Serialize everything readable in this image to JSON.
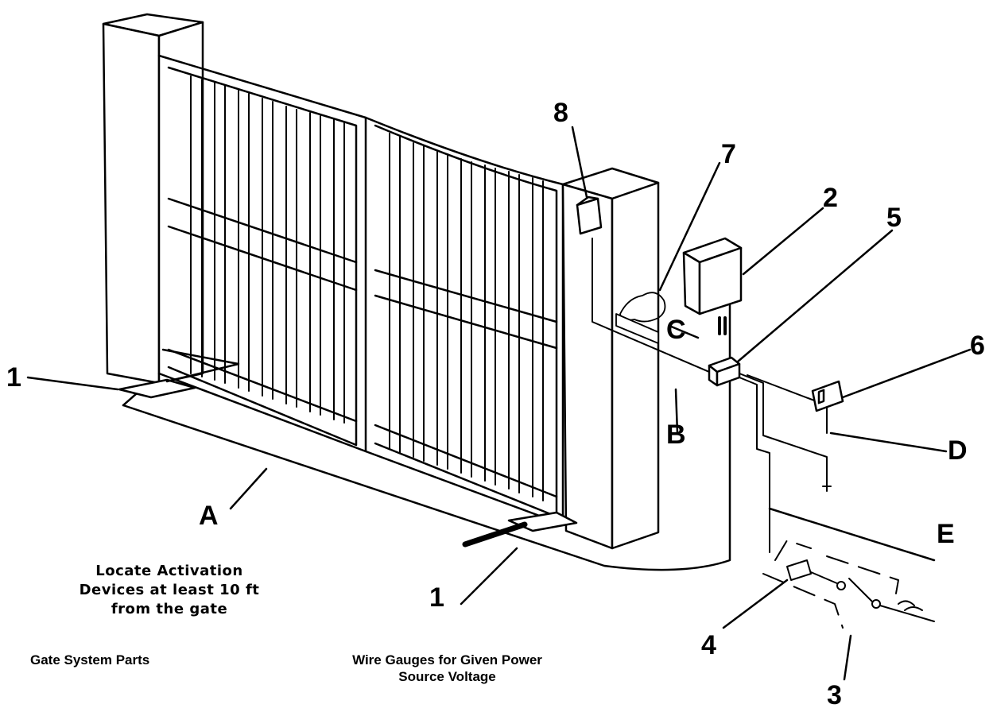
{
  "callouts": {
    "n1_left": "1",
    "n1_bottom": "1",
    "n2": "2",
    "n3": "3",
    "n4": "4",
    "n5": "5",
    "n6": "6",
    "n7": "7",
    "n8": "8",
    "A": "A",
    "B": "B",
    "C": "C",
    "D": "D",
    "E": "E"
  },
  "note": {
    "line1": "Locate Activation",
    "line2": "Devices at least 10 ft",
    "line3": "from the gate"
  },
  "captions": {
    "parts": "Gate System Parts",
    "wire_line1": "Wire Gauges for Given Power",
    "wire_line2": "Source Voltage"
  }
}
